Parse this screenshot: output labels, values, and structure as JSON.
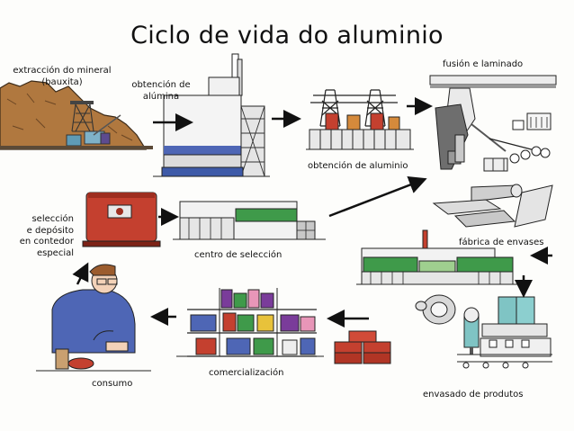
{
  "title": "Ciclo de vida do aluminio",
  "stages": {
    "extraccion": [
      "extracción do mineral",
      "(bauxita)"
    ],
    "alumina": [
      "obtención de",
      "alúmina"
    ],
    "aluminio": "obtención de aluminio",
    "fusion": "fusión e laminado",
    "envases": "fábrica de envases",
    "seleccion": "centro de selección",
    "deposito": [
      "selección",
      "e depósito",
      "en contedor",
      "especial"
    ],
    "consumo": "consumo",
    "comercializacion": "comercialización",
    "envasado": "envasado de produtos"
  },
  "colors": {
    "rock": "#b0783f",
    "blue": "#4e66b5",
    "green": "#3f9a4a",
    "red": "#c4402f",
    "yellow": "#e8c23a",
    "teal": "#7fc4c4",
    "purple": "#7a3c9a",
    "pink": "#e896b8"
  },
  "icons": [
    "mine-icon",
    "refinery-icon",
    "smelter-icon",
    "rolling-mill-icon",
    "can-factory-icon",
    "bottling-icon",
    "store-shelves-icon",
    "person-drinking-icon",
    "recycling-bin-icon",
    "sorting-center-icon",
    "arrow-icon"
  ]
}
